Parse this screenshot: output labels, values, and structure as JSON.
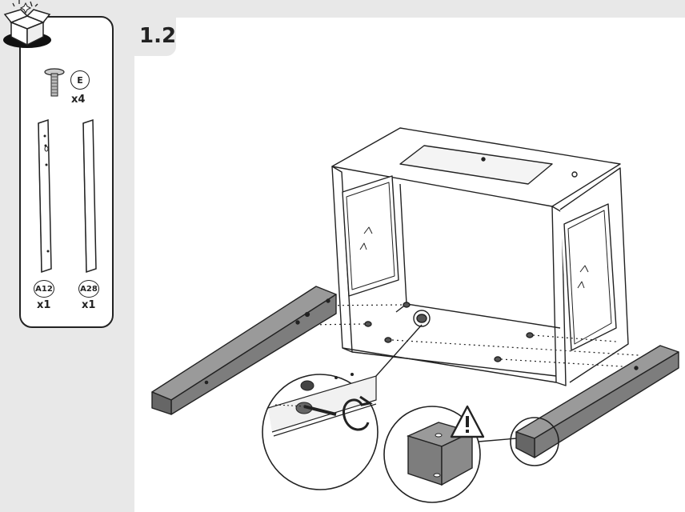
{
  "step": {
    "number": "1.2"
  },
  "parts": [
    {
      "label": "E",
      "quantity": "x4"
    },
    {
      "label": "A12",
      "quantity": "x1"
    },
    {
      "label": "A28",
      "quantity": "x1"
    }
  ],
  "icons": [
    "open-box-icon",
    "screw-icon",
    "warning-icon",
    "rotate-arrow-icon"
  ],
  "colors": {
    "outline": "#222222",
    "rail_fill": "#8a8a8a",
    "panel_bg": "#ffffff",
    "page_bg": "#e8e8e8"
  }
}
